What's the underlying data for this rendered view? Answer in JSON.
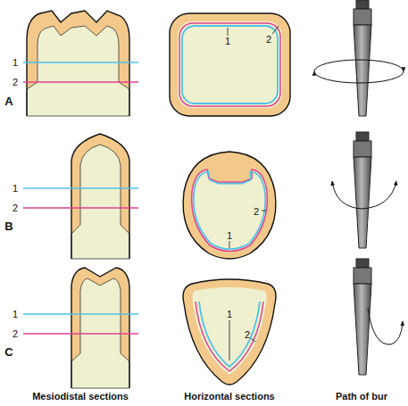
{
  "diagram": {
    "labels": [
      "1",
      "2",
      "A",
      "1",
      "2",
      "1",
      "2",
      "B",
      "2",
      "1",
      "1",
      "2",
      "C",
      "1",
      "2",
      "Mesiodistal sections",
      "Horizontal sections",
      "Path of bur"
    ]
  }
}
